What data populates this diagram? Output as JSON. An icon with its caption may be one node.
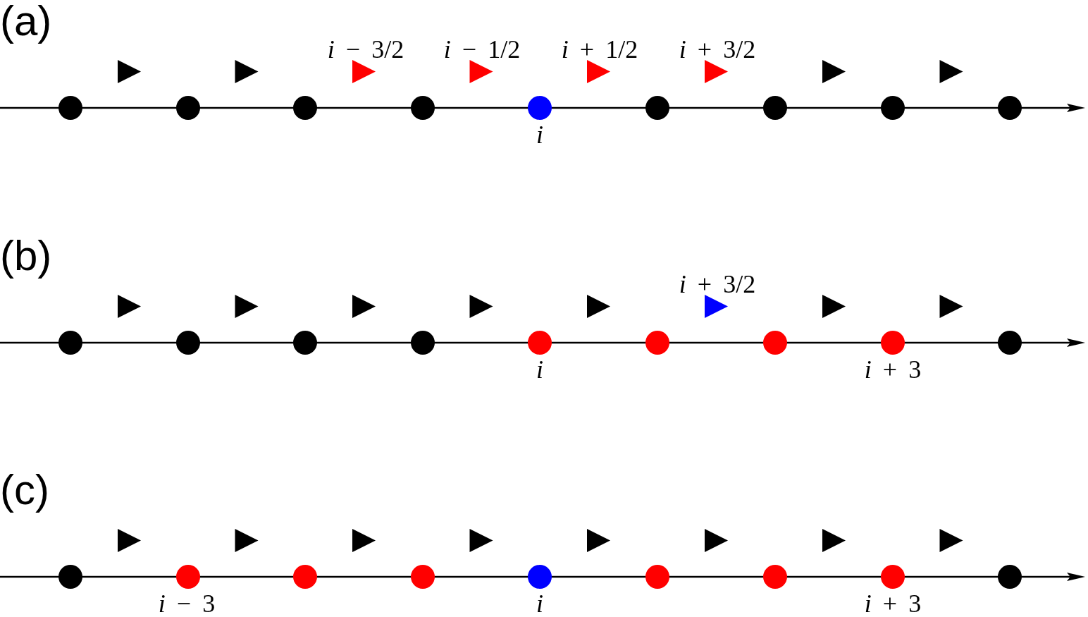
{
  "diagram": {
    "labels": [
      "(a)",
      "*i* − 3/2",
      "*i* − 1/2",
      "*i* + 1/2",
      "*i* + 3/2",
      "i",
      "(b)",
      "*i* + 3/2",
      "i",
      "*i* + 3",
      "(c)",
      "*i* − 3",
      "i",
      "*i* + 3"
    ]
  }
}
